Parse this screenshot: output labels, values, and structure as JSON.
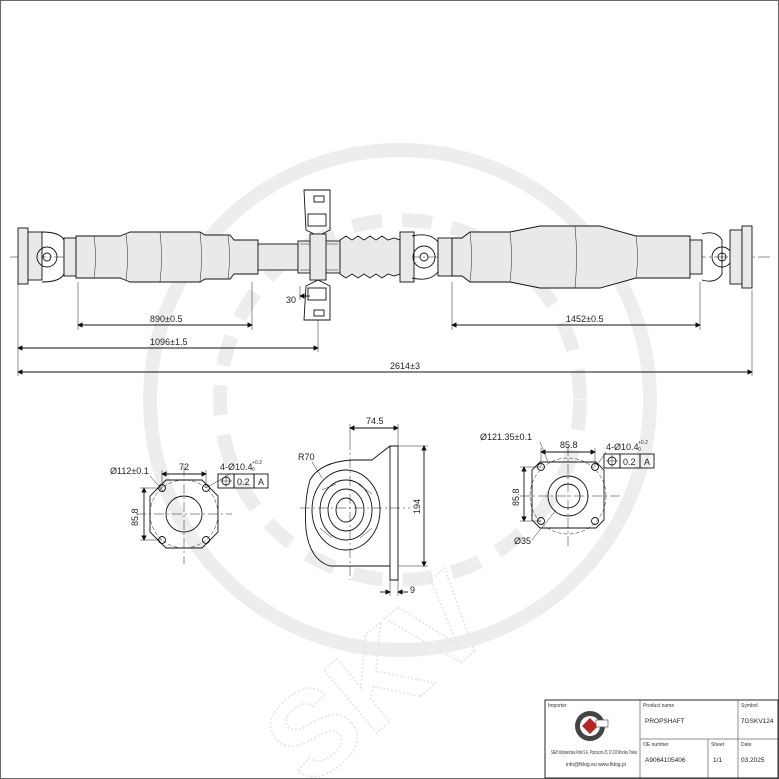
{
  "dimensions": {
    "length_front": "890±0.5",
    "length_center_bearing": "1096±1.5",
    "length_rear": "1452±0.5",
    "length_total": "2614±3",
    "bearing_offset": "30"
  },
  "flange_front": {
    "diameter": "Ø112±0.1",
    "pitch_h": "72",
    "pitch_v": "85.8",
    "holes": "4-Ø10.4",
    "holes_tol_upper": "+0.2",
    "holes_tol_lower": "0",
    "tolerance_value": "0.2",
    "datum": "A"
  },
  "center_bearing": {
    "radius": "R70",
    "width": "74.5",
    "height": "194",
    "thickness": "9"
  },
  "flange_rear": {
    "diameter": "Ø121.35±0.1",
    "pitch_h": "85.8",
    "pitch_v": "85.8",
    "holes": "4-Ø10.4",
    "holes_tol_upper": "+0.2",
    "holes_tol_lower": "0",
    "tolerance_value": "0.2",
    "datum": "A",
    "bore": "Ø35"
  },
  "title_block": {
    "importer_label": "Importer",
    "importer_text": "S&EH Wydawnictwa Polski S.A., Poprzeczna 25, 07-233 Wrocław, Polska",
    "importer_text_line2": "info@fklog.eu www.fklog.pl",
    "name_label": "Product name",
    "name_value": "PROPSHAFT",
    "symbol_label": "Symbol",
    "symbol_value": "7GSKV124",
    "oe_label": "OE number",
    "oe_value": "A9064105406",
    "sheet_label": "Sheet",
    "sheet_value": "1/1",
    "date_label": "Date",
    "date_value": "03.2025"
  },
  "watermark": "SKV"
}
